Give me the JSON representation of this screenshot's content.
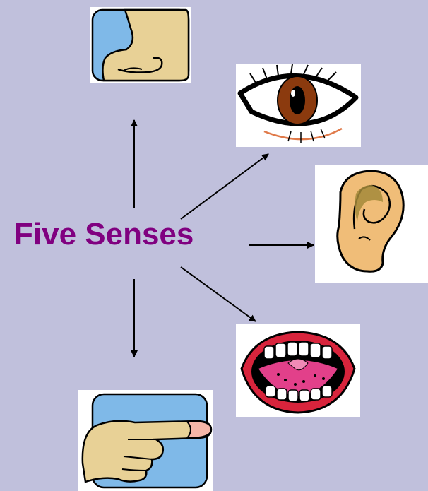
{
  "center": {
    "label": "Five Senses"
  },
  "senses": [
    {
      "name": "nose",
      "icon": "nose-icon"
    },
    {
      "name": "eye",
      "icon": "eye-icon"
    },
    {
      "name": "ear",
      "icon": "ear-icon"
    },
    {
      "name": "mouth",
      "icon": "mouth-icon"
    },
    {
      "name": "hand",
      "icon": "hand-icon"
    }
  ],
  "colors": {
    "background": "#c0c0dc",
    "label": "#800080",
    "arrow": "#000000",
    "skin": "#e8d196",
    "sky": "#7fb9e8",
    "iris": "#8b3a0e",
    "lips": "#d8243c"
  }
}
